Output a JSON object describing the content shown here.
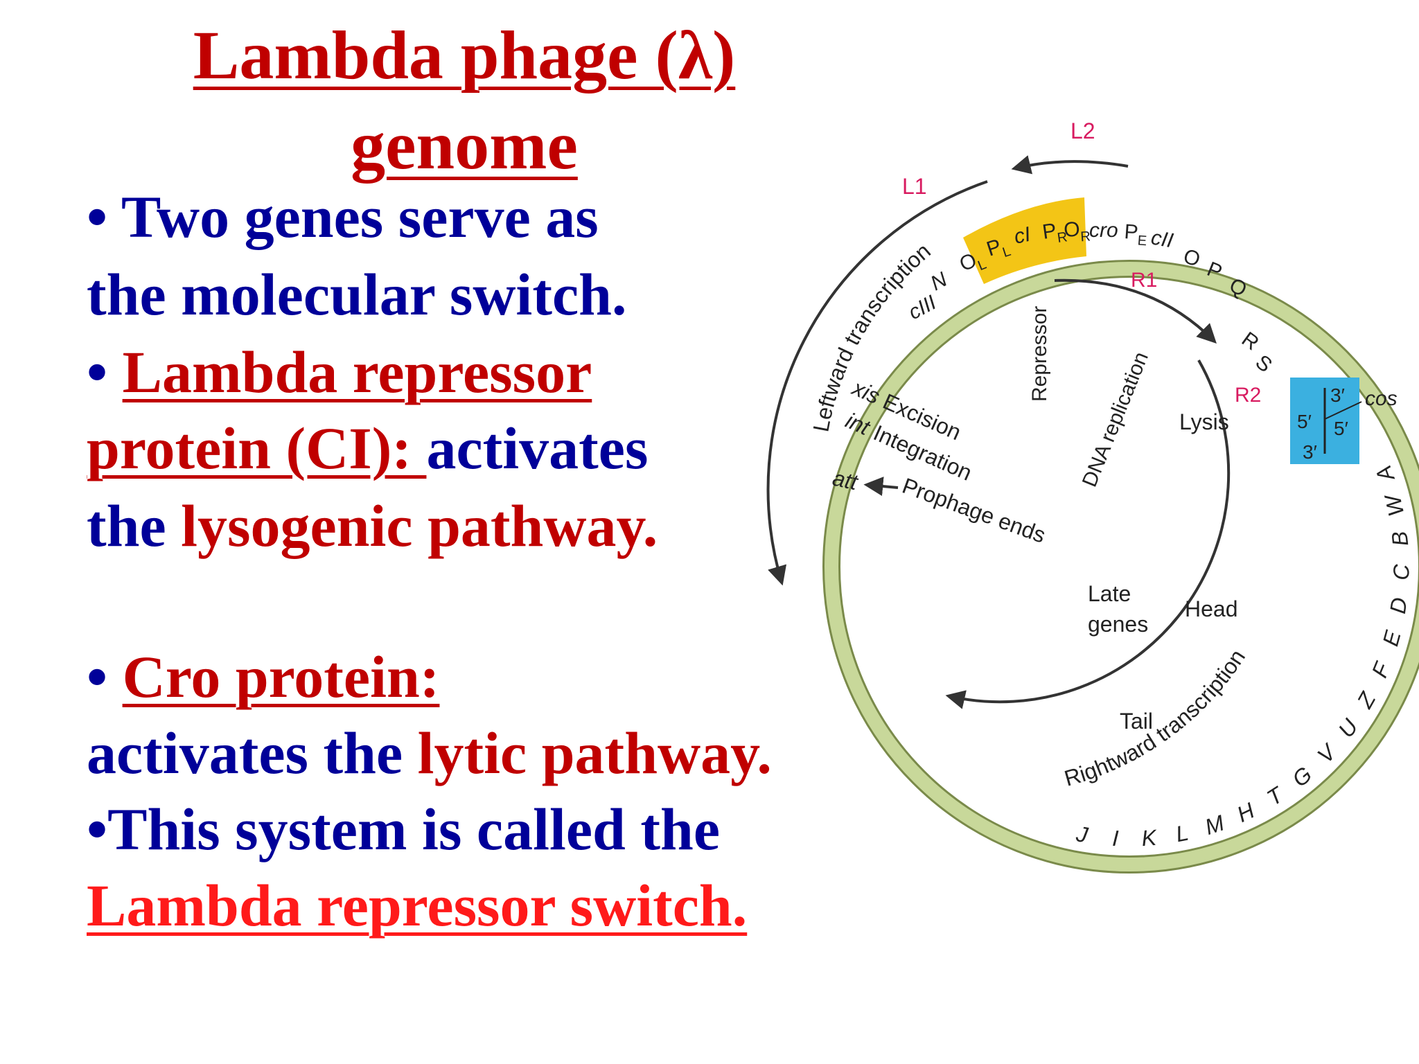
{
  "slide": {
    "title_line1": "Lambda phage (λ)",
    "title_line2": "genome",
    "bullet1_line1": "• Two genes serve as",
    "bullet1_line2": "the molecular switch.",
    "bullet2_prefix": "• ",
    "bullet2_term_part1": "Lambda repressor",
    "bullet2_term_part2": "protein (CI): ",
    "bullet2_text1": "activates",
    "bullet2_text2": "the ",
    "bullet2_highlight": "lysogenic pathway.",
    "bullet3_prefix": "• ",
    "bullet3_term": "Cro protein:",
    "bullet3_text": "activates the ",
    "bullet3_highlight": "lytic pathway.",
    "bullet4_text": "•This system is called the",
    "bullet4_highlight": "Lambda repressor switch."
  },
  "diagram": {
    "labels": {
      "L2": "L2",
      "L1": "L1",
      "R1": "R1",
      "R2": "R2",
      "leftward": "Leftward transcription",
      "rightward": "Rightward transcription",
      "repressor": "Repressor",
      "dna_replication": "DNA replication",
      "lysis": "Lysis",
      "head": "Head",
      "late_genes_1": "Late",
      "late_genes_2": "genes",
      "tail": "Tail",
      "xis": "xis",
      "excision": "Excision",
      "int": "int",
      "integration": "Integration",
      "att": "att",
      "prophage_ends": "Prophage ends",
      "cos": "cos",
      "cos_5a": "5′",
      "cos_3a": "3′",
      "cos_3b": "3′",
      "cos_5b": "5′",
      "cIII": "cIII",
      "N": "N",
      "O_L": "O",
      "P_L": "P",
      "cI": "cI",
      "P_R": "P",
      "O_R": "O",
      "sub_L": "L",
      "sub_R": "R",
      "cro": "cro",
      "P_E": "P",
      "sub_E": "E",
      "cII": "cII",
      "O_gene": "O",
      "P_gene": "P",
      "Q_gene": "Q",
      "R_gene": "R",
      "S_gene": "S"
    },
    "outer_genes": [
      {
        "label": "A"
      },
      {
        "label": "W"
      },
      {
        "label": "B"
      },
      {
        "label": "C"
      },
      {
        "label": "D"
      },
      {
        "label": "E"
      },
      {
        "label": "F"
      },
      {
        "label": "Z"
      },
      {
        "label": "U"
      },
      {
        "label": "V"
      },
      {
        "label": "G"
      },
      {
        "label": "T"
      },
      {
        "label": "H"
      },
      {
        "label": "M"
      },
      {
        "label": "L"
      },
      {
        "label": "K"
      },
      {
        "label": "I"
      },
      {
        "label": "J"
      }
    ],
    "colors": {
      "ring": "#c8d89a",
      "ring_stroke": "#7a8a4a",
      "regulatory_box": "#f2c20a",
      "cos_box": "#3bb0e0",
      "magenta_label": "#d81b60",
      "arrow": "#333333"
    }
  }
}
